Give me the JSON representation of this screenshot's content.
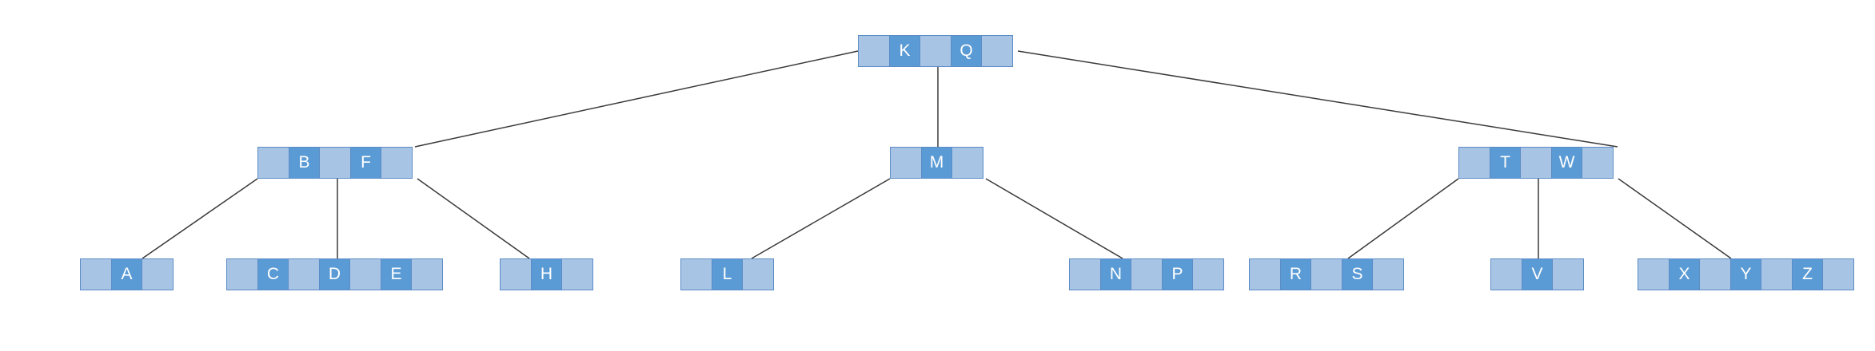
{
  "colors": {
    "key_fill": "#5b9bd5",
    "pointer_fill": "#a8c4e5",
    "border": "#5b8cc6",
    "edge": "#3a3a3a",
    "text": "#ffffff"
  },
  "tree": {
    "root": {
      "keys": [
        "K",
        "Q"
      ],
      "children": [
        {
          "keys": [
            "B",
            "F"
          ],
          "children": [
            {
              "keys": [
                "A"
              ]
            },
            {
              "keys": [
                "C",
                "D",
                "E"
              ]
            },
            {
              "keys": [
                "H"
              ]
            }
          ]
        },
        {
          "keys": [
            "M"
          ],
          "children": [
            {
              "keys": [
                "L"
              ]
            },
            {
              "keys": [
                "N",
                "P"
              ]
            }
          ]
        },
        {
          "keys": [
            "T",
            "W"
          ],
          "children": [
            {
              "keys": [
                "R",
                "S"
              ]
            },
            {
              "keys": [
                "V"
              ]
            },
            {
              "keys": [
                "X",
                "Y",
                "Z"
              ]
            }
          ]
        }
      ]
    }
  }
}
